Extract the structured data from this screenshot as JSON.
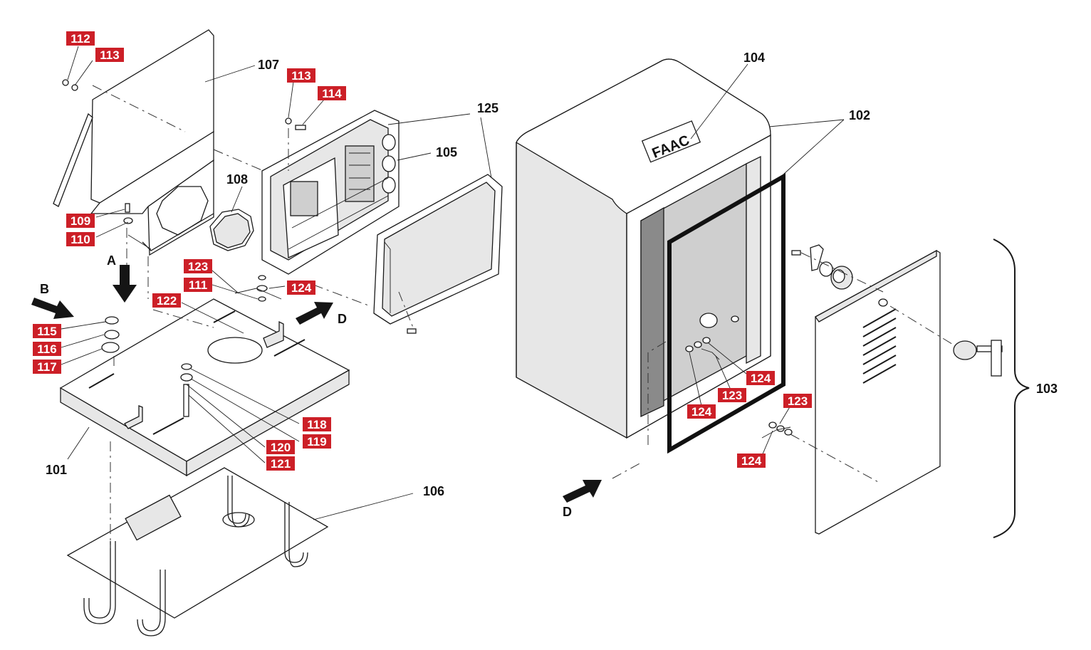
{
  "diagram": {
    "tags": [
      "112",
      "113",
      "113",
      "114",
      "109",
      "110",
      "123",
      "111",
      "124",
      "122",
      "115",
      "116",
      "117",
      "118",
      "119",
      "120",
      "121",
      "124",
      "123",
      "124",
      "123",
      "124"
    ],
    "labels": [
      "107",
      "108",
      "105",
      "125",
      "104",
      "102",
      "101",
      "106",
      "103"
    ],
    "arrows": [
      "A",
      "B",
      "D",
      "D"
    ],
    "logo": "FAAC"
  }
}
